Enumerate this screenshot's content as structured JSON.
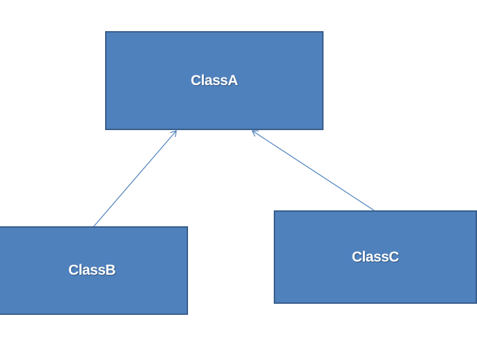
{
  "classes": {
    "a": {
      "label": "ClassA"
    },
    "b": {
      "label": "ClassB"
    },
    "c": {
      "label": "ClassC"
    }
  },
  "relations": [
    {
      "from": "ClassB",
      "to": "ClassA",
      "type": "inheritance-arrow"
    },
    {
      "from": "ClassC",
      "to": "ClassA",
      "type": "inheritance-arrow"
    }
  ],
  "colors": {
    "box_fill": "#4f81bd",
    "box_border": "#385d8a",
    "connector": "#4a7ebb",
    "label_text": "#ffffff"
  }
}
